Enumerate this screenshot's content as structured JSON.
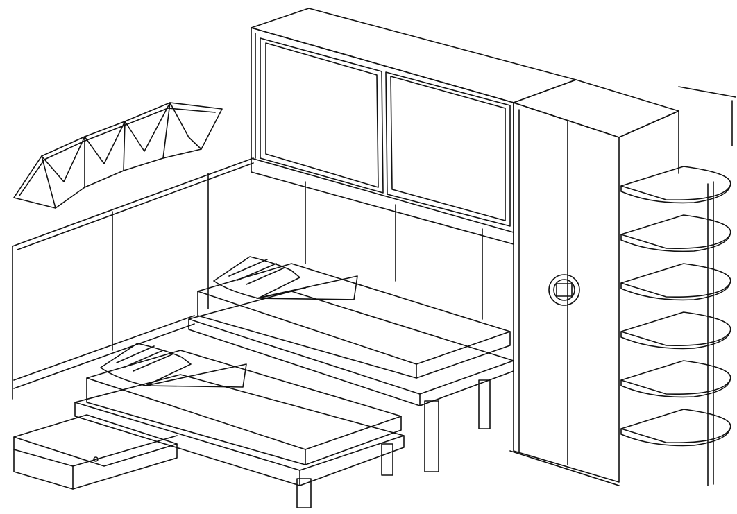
{
  "diagram": {
    "style": "black line art on white, isometric furniture sketch",
    "line_color": "#111111",
    "background_color": "#ffffff",
    "components": [
      "folding-screen-wall-art",
      "upper-wall-cabinet-with-two-sliding-doors",
      "tall-wardrobe-with-round-handle",
      "quarter-round-corner-shelving",
      "rear-raised-single-bed",
      "front-low-single-bed",
      "under-bed-drawer",
      "wall-panels-with-rail"
    ]
  }
}
